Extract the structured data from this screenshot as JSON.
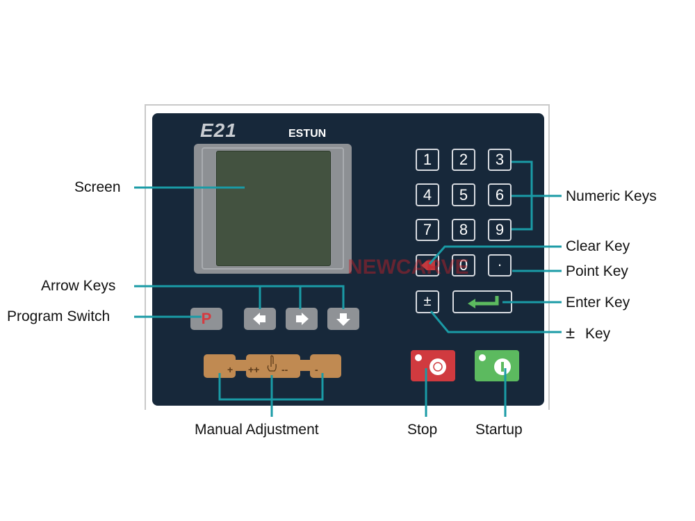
{
  "panel": {
    "model": "E21",
    "brand": "ESTUN",
    "numeric_keys": [
      "1",
      "2",
      "3",
      "4",
      "5",
      "6",
      "7",
      "8",
      "9"
    ],
    "zero_key": "0",
    "point_key": "·",
    "plus_minus_key": "±",
    "program_key": "P",
    "manual_marks": [
      "+",
      "++",
      "--",
      "-"
    ],
    "watermark": "NEWCARVE"
  },
  "labels": {
    "screen": "Screen",
    "arrow_keys": "Arrow Keys",
    "program_switch": "Program Switch",
    "numeric_keys": "Numeric Keys",
    "clear_key": "Clear Key",
    "point_key": "Point Key",
    "enter_key": "Enter Key",
    "pm_symbol": "±",
    "pm_key": "Key",
    "manual_adjustment": "Manual Adjustment",
    "stop": "Stop",
    "startup": "Startup"
  },
  "colors": {
    "panel": "#17283a",
    "callout": "#1a9ba6",
    "stop": "#d03a3f",
    "start": "#5cba5f",
    "manual": "#c08a52",
    "enter_arrow": "#5cba5f"
  }
}
